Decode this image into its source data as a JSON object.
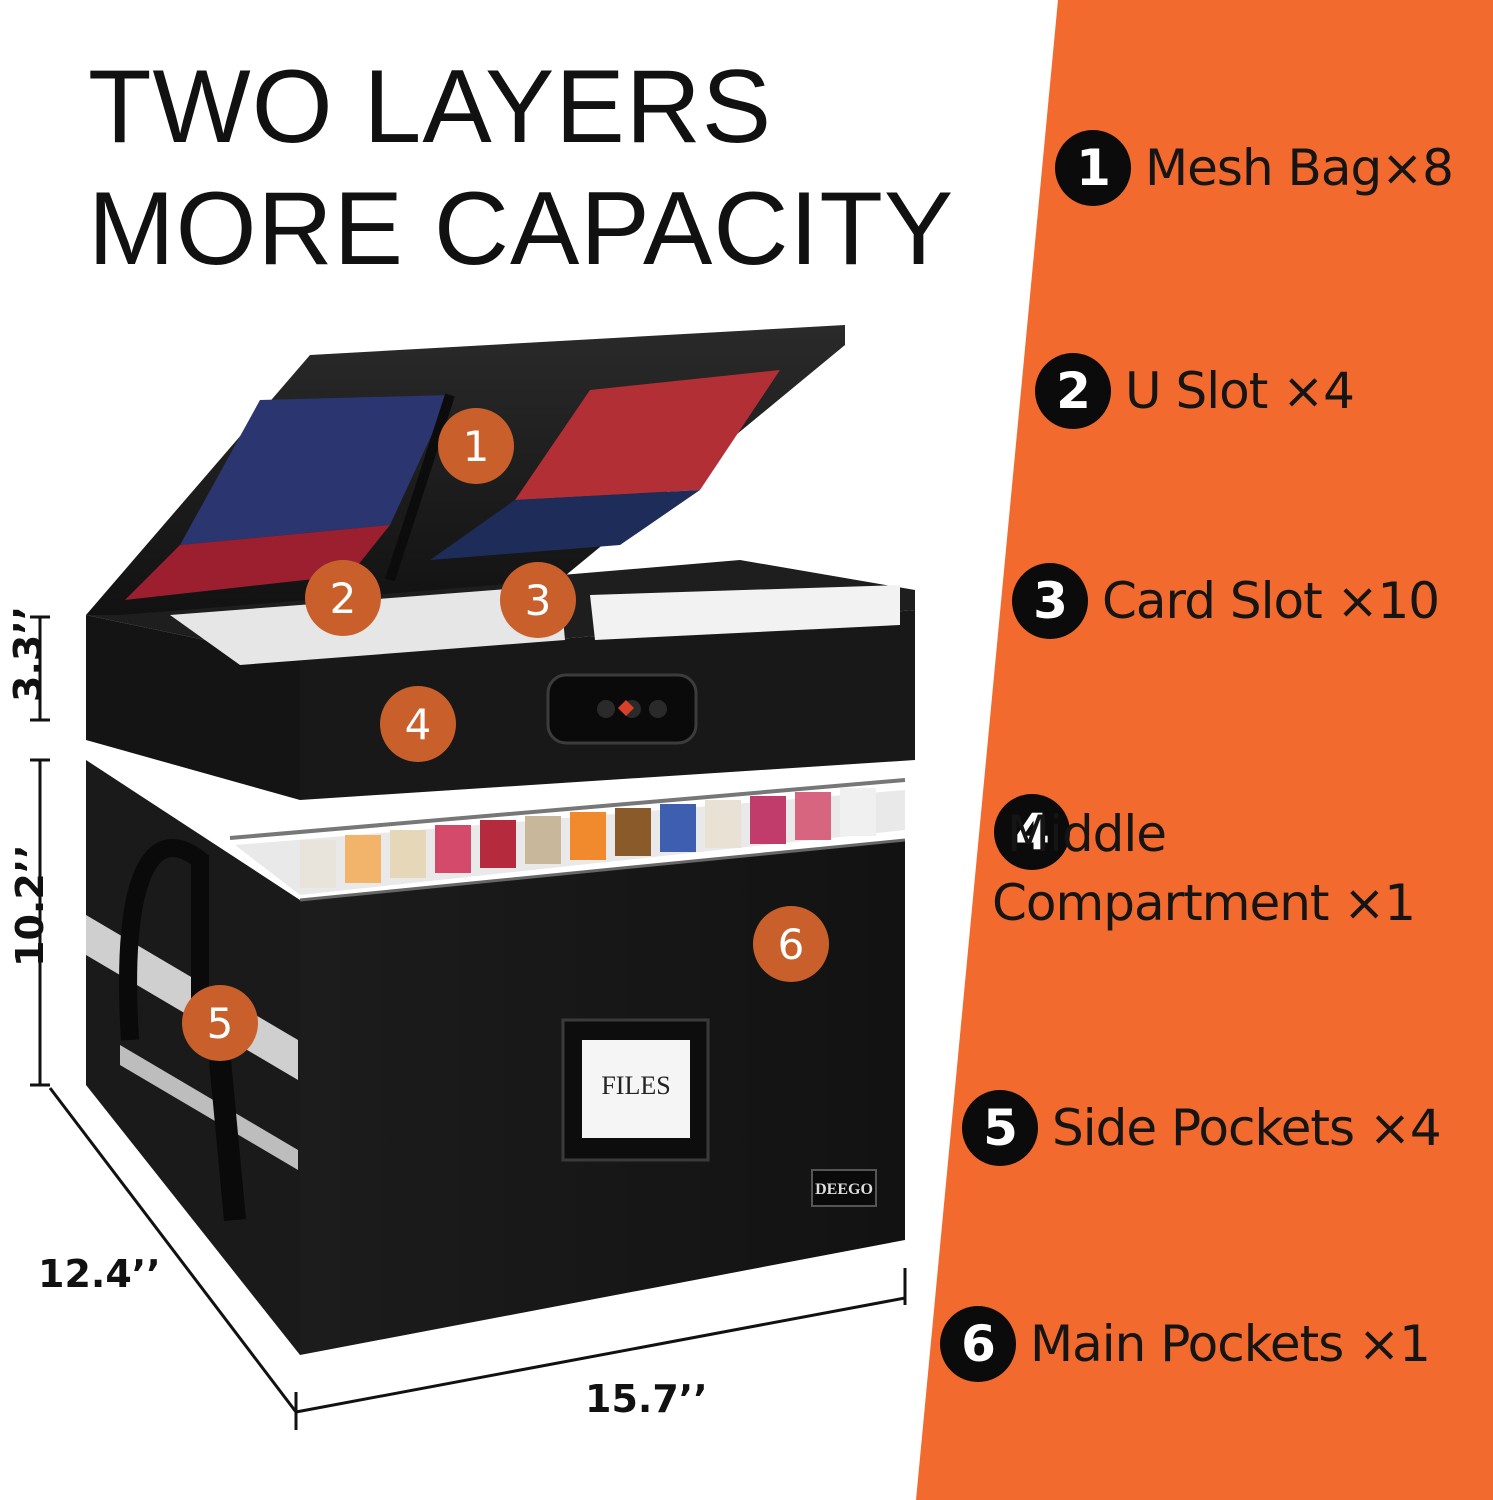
{
  "headline": {
    "line1": "TWO LAYERS",
    "line2": "MORE CAPACITY"
  },
  "colors": {
    "panel": "#f26a2d",
    "box": "#161616",
    "badge": "#c9602c",
    "text": "#111111"
  },
  "features": [
    {
      "num": "1",
      "text": "Mesh Bag×8"
    },
    {
      "num": "2",
      "text": "U Slot ×4"
    },
    {
      "num": "3",
      "text": "Card Slot ×10"
    },
    {
      "num": "4",
      "text": " Middle\nCompartment ×1"
    },
    {
      "num": "5",
      "text": "Side Pockets ×4"
    },
    {
      "num": "6",
      "text": "Main Pockets ×1"
    }
  ],
  "markers": [
    "1",
    "2",
    "3",
    "4",
    "5",
    "6"
  ],
  "dimensions": {
    "height_top": "3.3’’",
    "height_bottom": "10.2’’",
    "depth": "12.4’’",
    "width": "15.7’’"
  },
  "labels": {
    "files": "FILES",
    "brand": "DEEGO"
  }
}
